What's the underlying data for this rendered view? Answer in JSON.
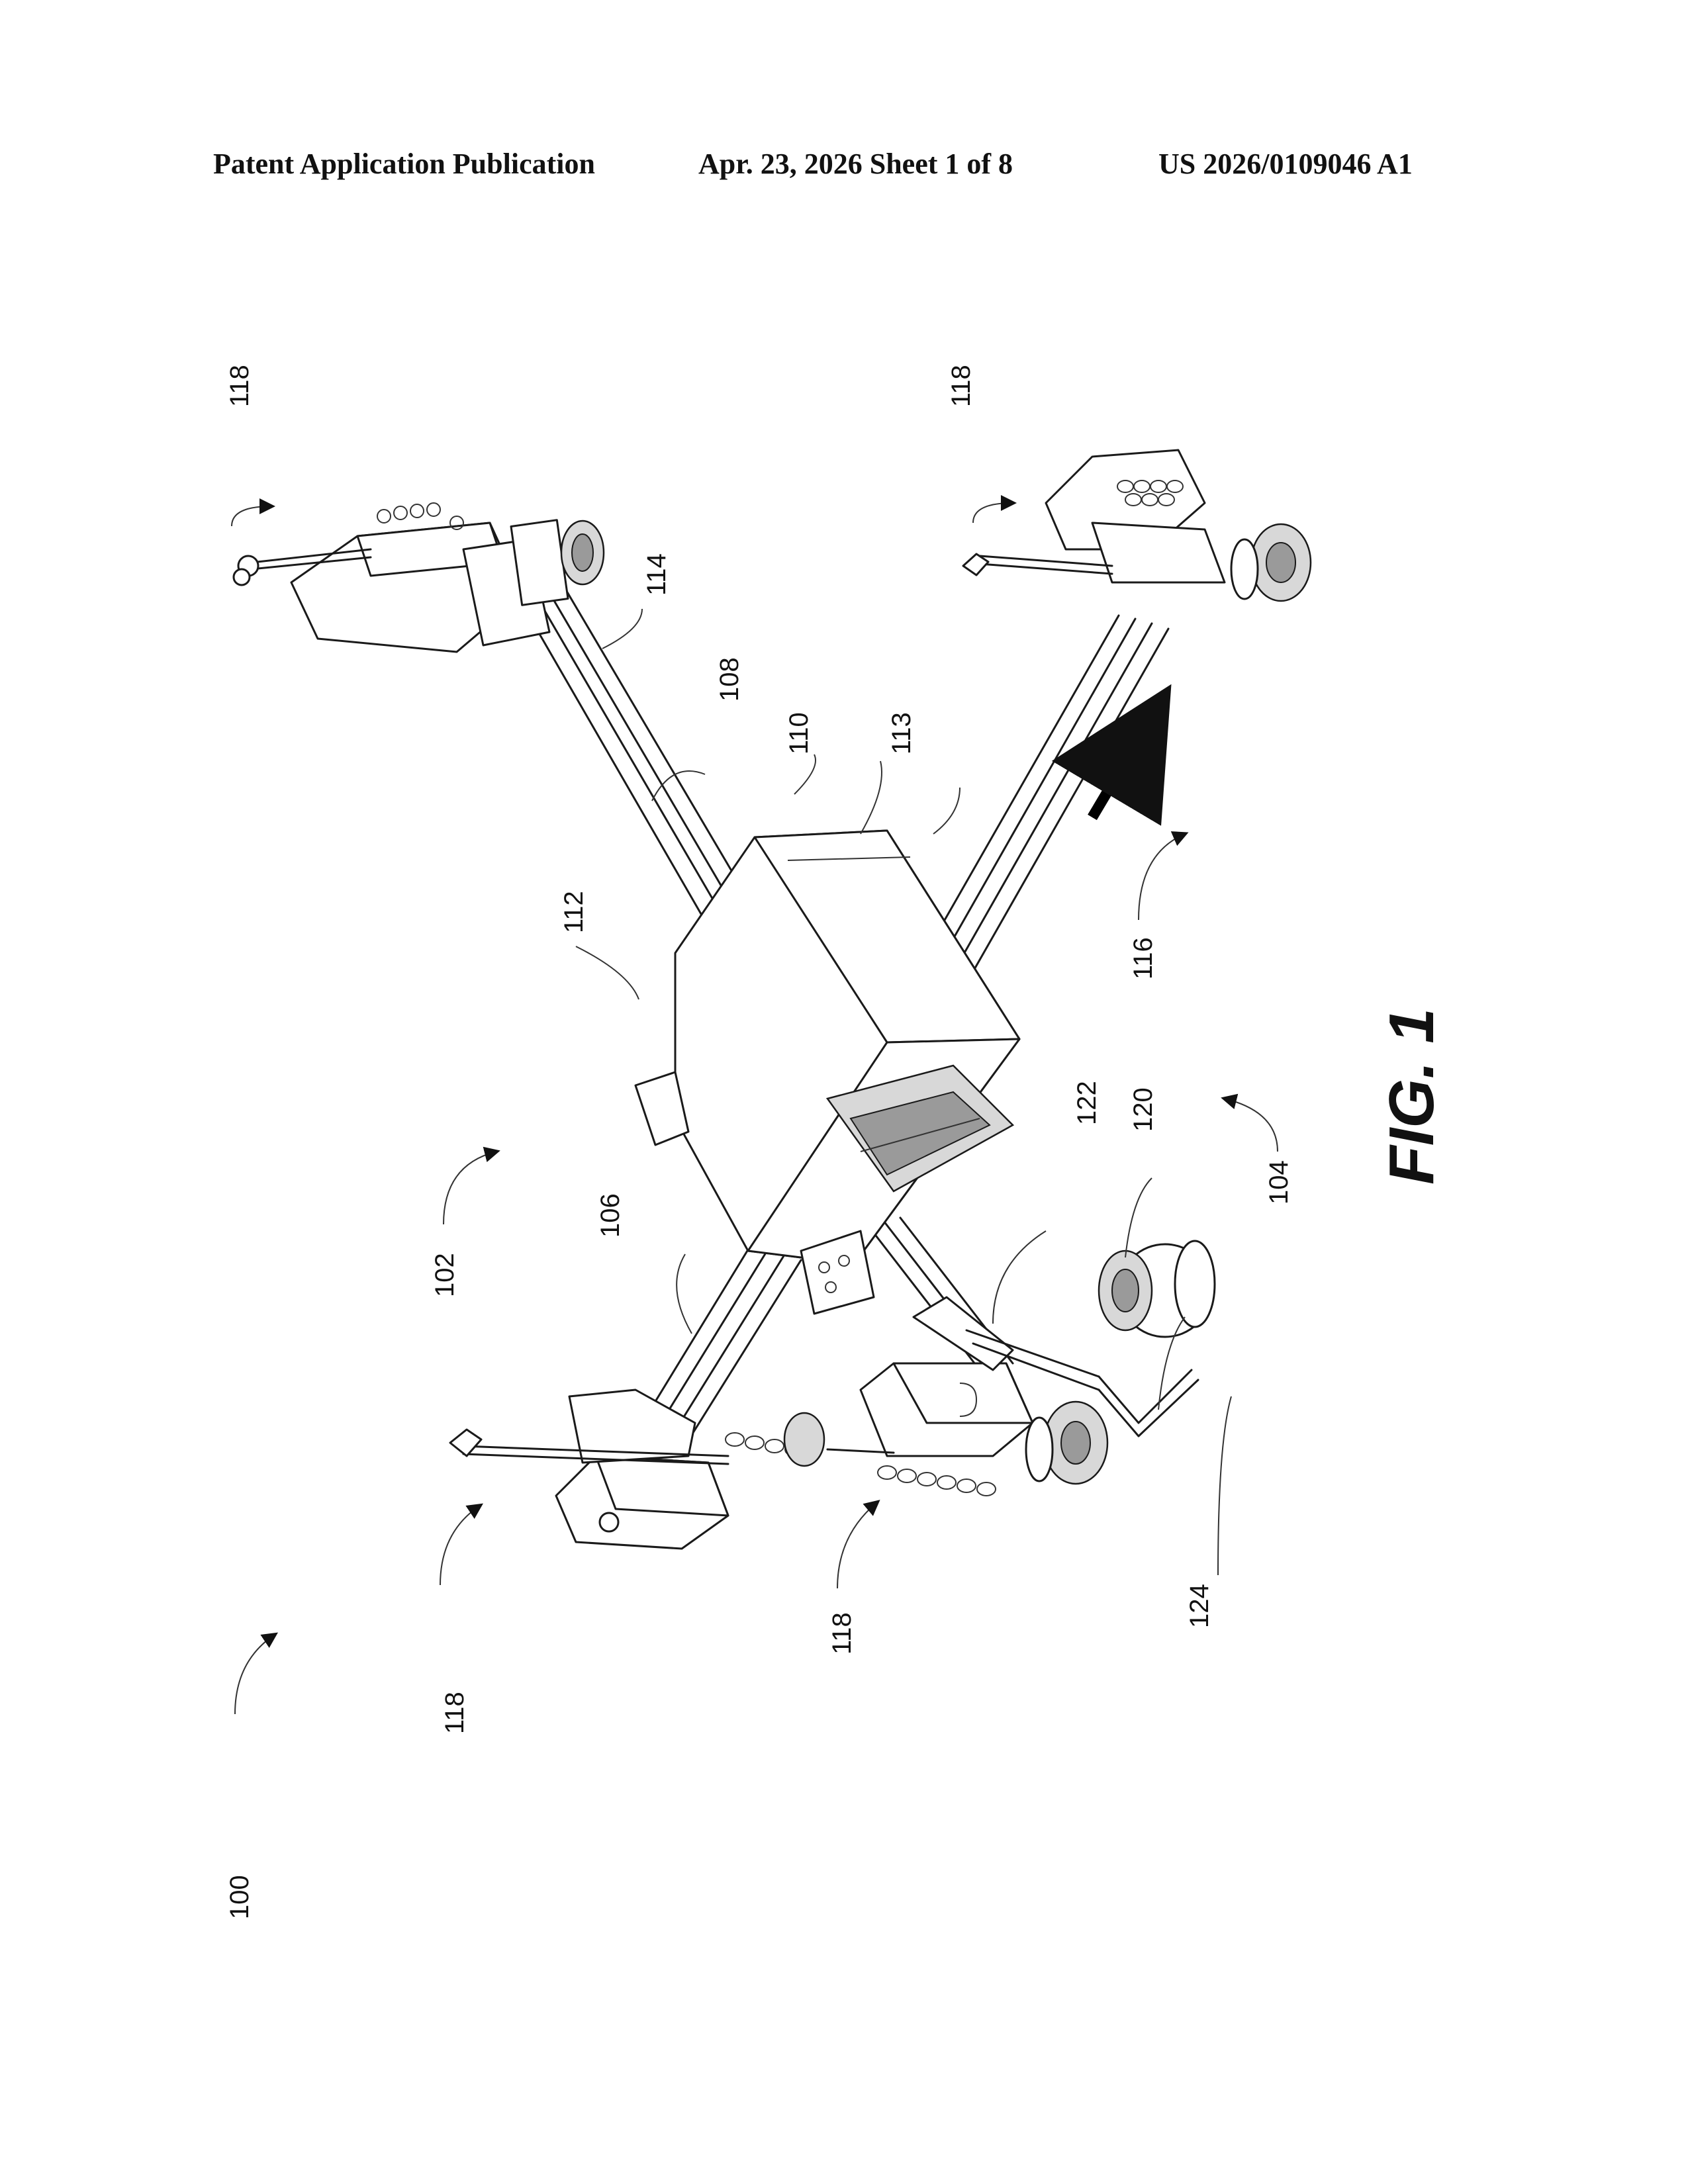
{
  "header": {
    "left": "Patent Application Publication",
    "middle": "Apr. 23, 2026  Sheet 1 of 8",
    "right": "US 2026/0109046 A1"
  },
  "figure": {
    "label": "FIG. 1",
    "refs": {
      "r100": "100",
      "r102": "102",
      "r104": "104",
      "r106": "106",
      "r108": "108",
      "r110": "110",
      "r112": "112",
      "r113": "113",
      "r114": "114",
      "r116": "116",
      "r118": "118",
      "r120": "120",
      "r122": "122",
      "r124": "124"
    }
  }
}
